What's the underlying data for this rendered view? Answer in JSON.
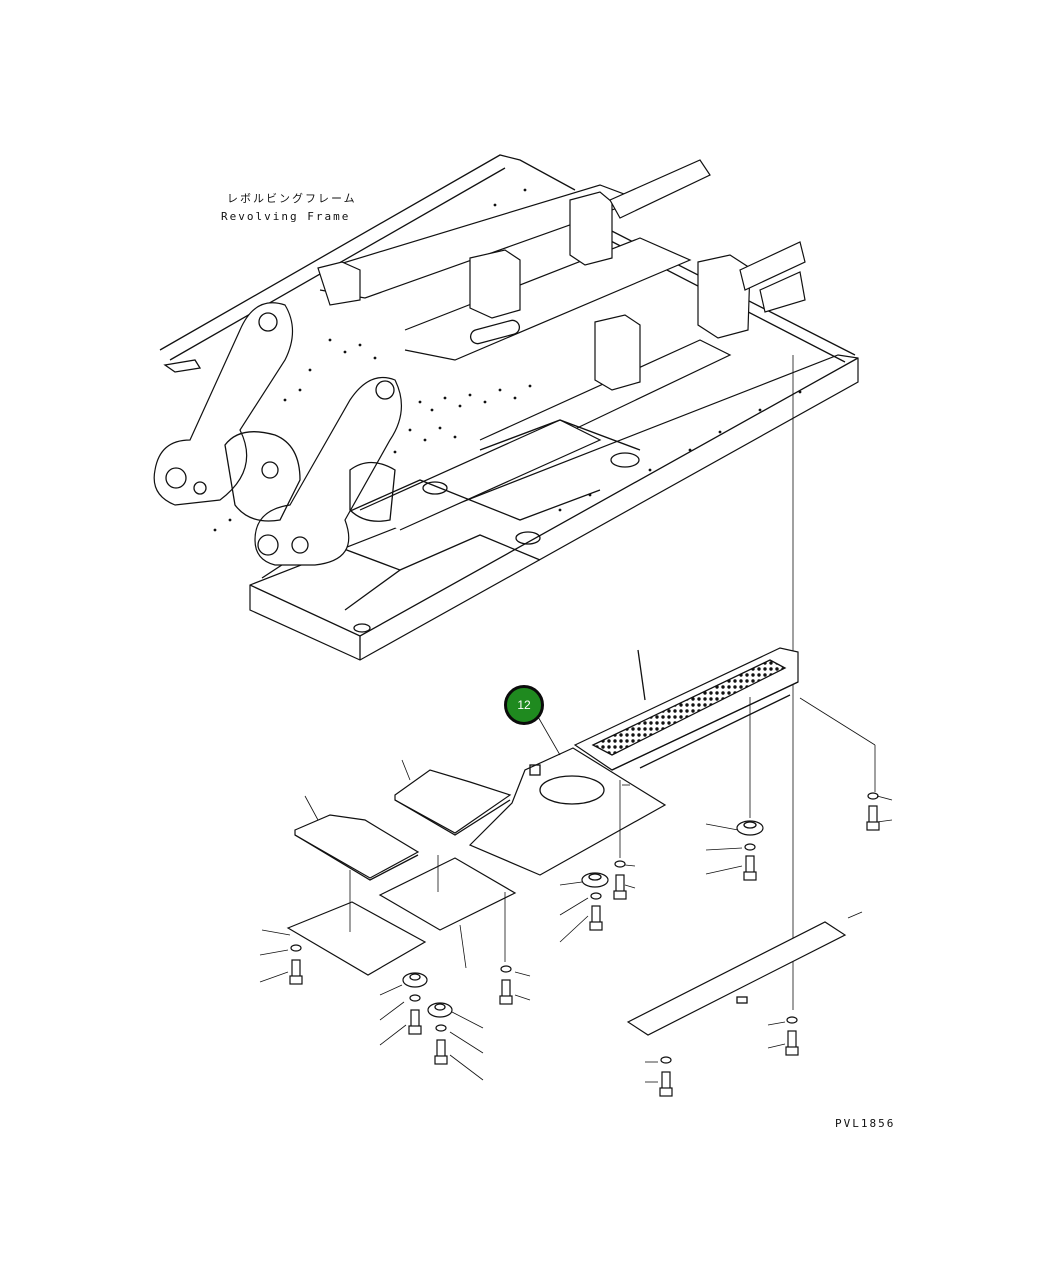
{
  "labels": {
    "frame_jp": "レボルビングフレーム",
    "frame_en": "Revolving Frame",
    "drawing_code": "PVL1856"
  },
  "callouts": [
    {
      "number": "12",
      "color": "#1f8a1f"
    }
  ],
  "icons": [
    "fastener-bolt-icon",
    "washer-icon",
    "rubber-cushion-icon"
  ]
}
